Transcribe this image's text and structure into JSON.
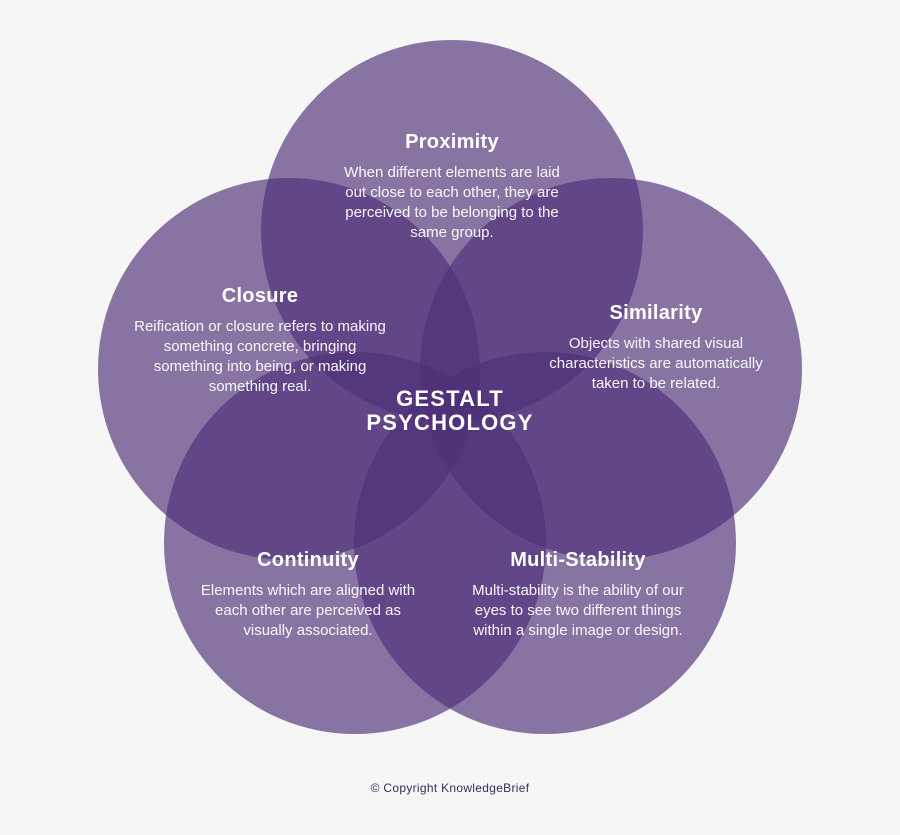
{
  "colors": {
    "background": "#F6F6F6",
    "circle_fill": "#4D3078",
    "circle_opacity": "0.66",
    "single_circle_rendered": "#8672A2",
    "overlap_rendered": "#5F4A85",
    "text": "#FFFFFF",
    "copyright_text": "#3E2B5A"
  },
  "center_title": {
    "line1": "GESTALT",
    "line2": "PSYCHOLOGY"
  },
  "principles": [
    {
      "id": "proximity",
      "heading": "Proximity",
      "description": "When different elements are laid out close to each other, they are perceived to be belonging to the same group."
    },
    {
      "id": "similarity",
      "heading": "Similarity",
      "description": "Objects with shared visual characteristics are automatically taken to be related."
    },
    {
      "id": "closure",
      "heading": "Closure",
      "description": "Reification or closure refers to making something concrete, bringing something into being, or making something real."
    },
    {
      "id": "continuity",
      "heading": "Continuity",
      "description": "Elements which are aligned with each other are perceived as visually associated."
    },
    {
      "id": "multi_stability",
      "heading": "Multi-Stability",
      "description": "Multi-stability is the ability of our eyes to see two different things within a single image or design."
    }
  ],
  "footer": {
    "copyright": "© Copyright KnowledgeBrief"
  }
}
